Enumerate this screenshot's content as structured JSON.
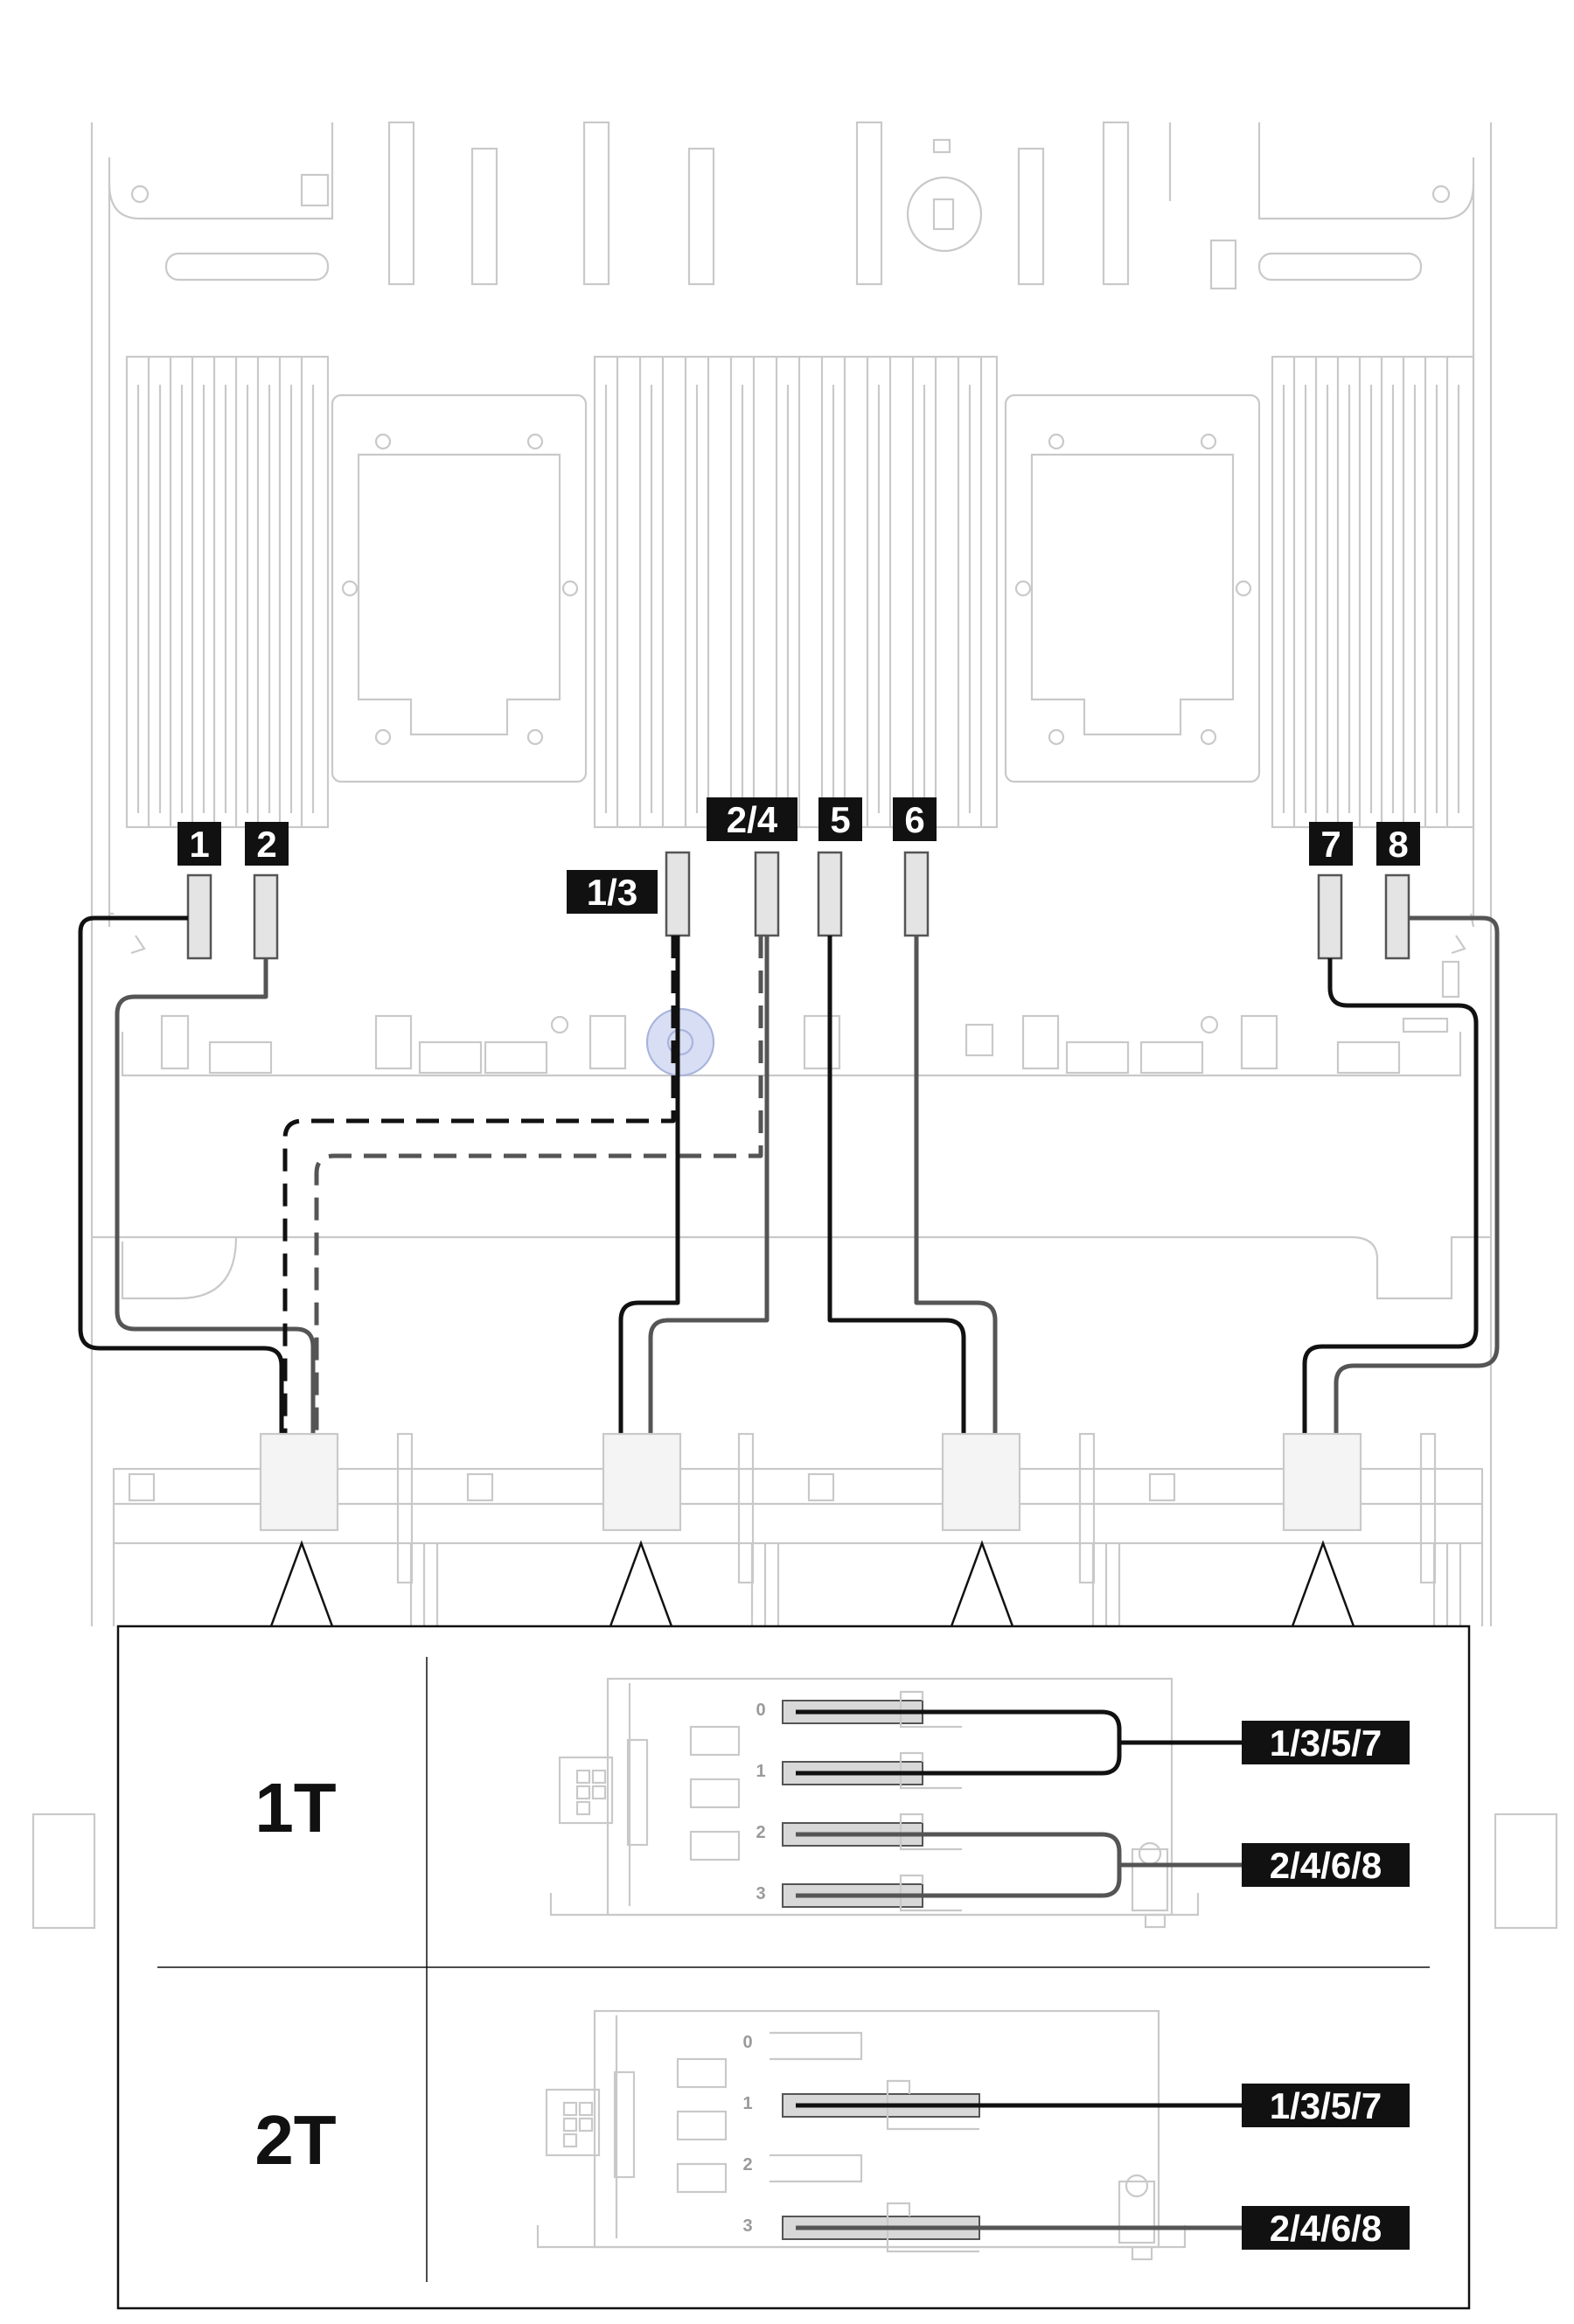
{
  "motherboard_labels": {
    "l1": "1",
    "l2": "2",
    "l13": "1/3",
    "l24": "2/4",
    "l5": "5",
    "l6": "6",
    "l7": "7",
    "l8": "8"
  },
  "legend": {
    "row_1t": {
      "title": "1T",
      "ports": [
        "0",
        "1",
        "2",
        "3"
      ],
      "callout_a": "1/3/5/7",
      "callout_b": "2/4/6/8"
    },
    "row_2t": {
      "title": "2T",
      "ports": [
        "0",
        "1",
        "2",
        "3"
      ],
      "callout_a": "1/3/5/7",
      "callout_b": "2/4/6/8"
    }
  },
  "colors": {
    "cable_primary": "#111111",
    "cable_secondary": "#555555",
    "outline": "#c9c9c9"
  }
}
